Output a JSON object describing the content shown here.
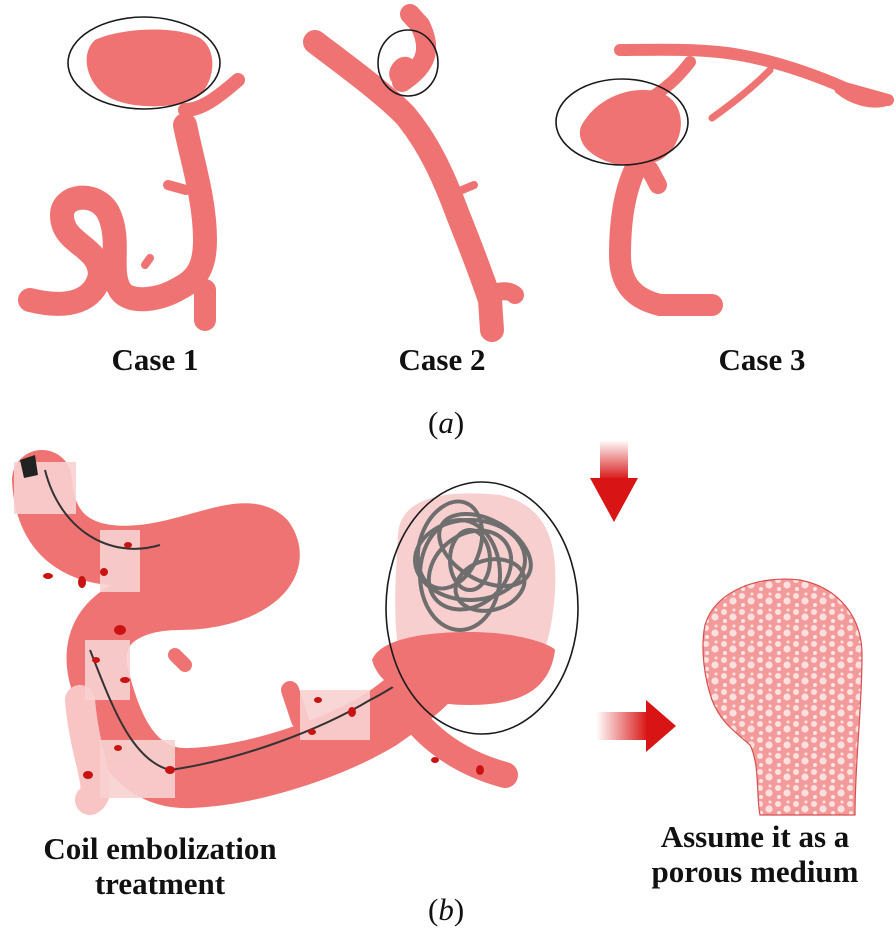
{
  "panel_a": {
    "cases": [
      {
        "label": "Case 1"
      },
      {
        "label": "Case 2"
      },
      {
        "label": "Case 3"
      }
    ],
    "sub_letter": "a"
  },
  "panel_b": {
    "left_caption_line1": "Coil embolization",
    "left_caption_line2": "treatment",
    "right_caption_line1": "Assume it as a",
    "right_caption_line2": "porous medium",
    "sub_letter": "b"
  },
  "colors": {
    "vessel": "#f07373",
    "vessel_light": "#f8c4c4",
    "arrow": "#d81414",
    "coil": "#6e6e6e",
    "outline": "#1a1a1a"
  }
}
